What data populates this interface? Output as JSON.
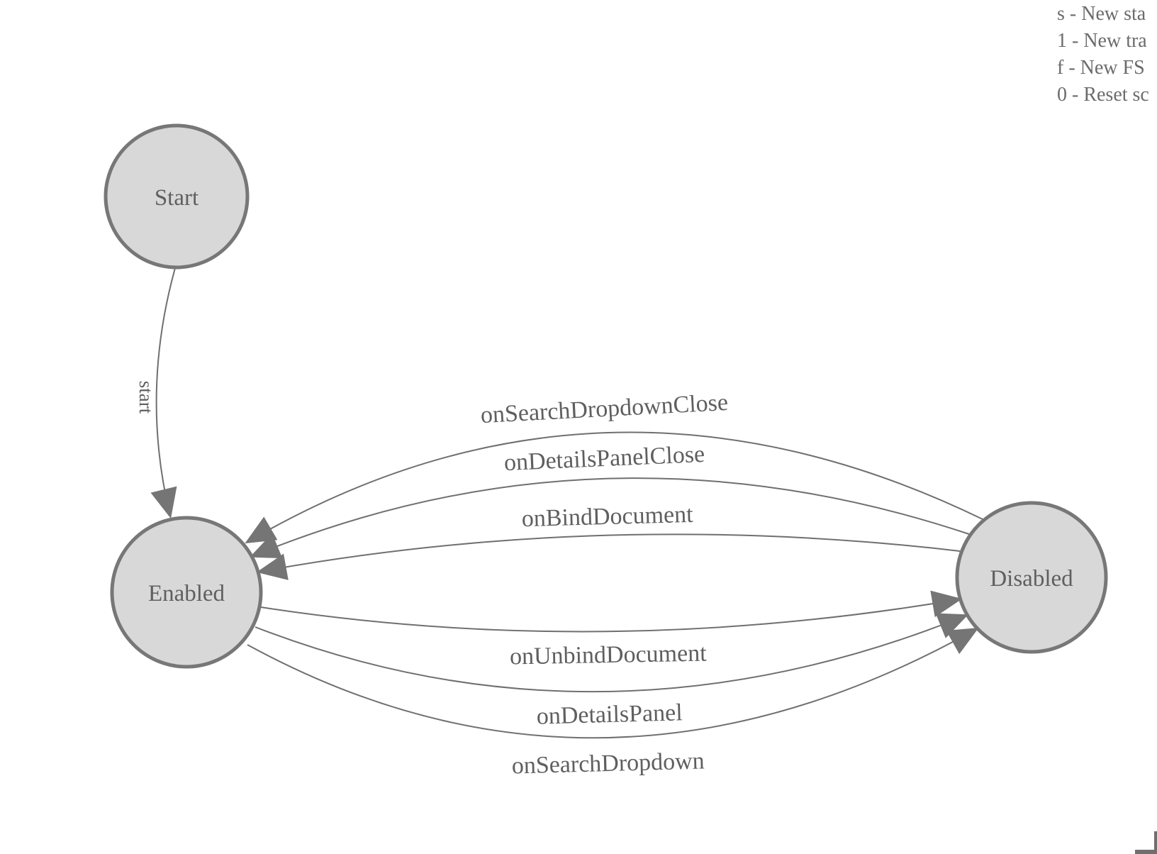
{
  "legend": {
    "lines": [
      {
        "text": "s - New sta"
      },
      {
        "text": "1 - New tra"
      },
      {
        "text": "f - New FS"
      },
      {
        "text": "0 - Reset sc"
      }
    ]
  },
  "states": [
    {
      "label": "Start"
    },
    {
      "label": "Enabled"
    },
    {
      "label": "Disabled"
    }
  ],
  "transitions": [
    {
      "label": "start",
      "from": "Start",
      "to": "Enabled"
    },
    {
      "label": "onSearchDropdownClose",
      "from": "Disabled",
      "to": "Enabled"
    },
    {
      "label": "onDetailsPanelClose",
      "from": "Disabled",
      "to": "Enabled"
    },
    {
      "label": "onBindDocument",
      "from": "Disabled",
      "to": "Enabled"
    },
    {
      "label": "onUnbindDocument",
      "from": "Enabled",
      "to": "Disabled"
    },
    {
      "label": "onDetailsPanel",
      "from": "Enabled",
      "to": "Disabled"
    },
    {
      "label": "onSearchDropdown",
      "from": "Enabled",
      "to": "Disabled"
    }
  ],
  "colors": {
    "background": "#ffffff",
    "state_fill": "#d8d8d8",
    "state_stroke": "#777777",
    "edge_stroke": "#6f6f6f",
    "arrowhead": "#757575",
    "diagram_text": "#5f5f5f",
    "legend_text": "#6b6b6b"
  }
}
